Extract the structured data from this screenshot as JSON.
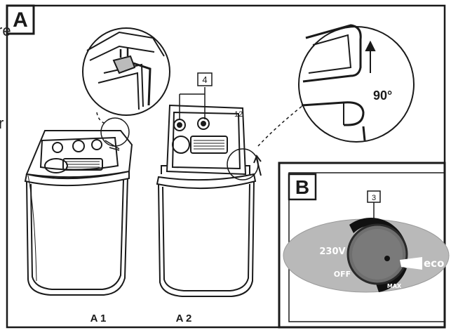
{
  "stray_text": {
    "top": "re",
    "middle": "r"
  },
  "panel_a": {
    "label": "A",
    "callout_number": "4",
    "angle_label": "90°",
    "caption_left": "A 1",
    "caption_right": "A 2"
  },
  "panel_b": {
    "label": "B",
    "callout_number": "3",
    "dial": {
      "label_voltage": "230V",
      "label_off": "OFF",
      "label_eco": "eco",
      "label_max": "MAX"
    }
  },
  "colors": {
    "line": "#1a1a1a",
    "panel_bg": "#ffffff",
    "eco_band": "#b9b9b9",
    "knob": "#6e6e6e",
    "knob_dark": "#3a3a3a"
  }
}
